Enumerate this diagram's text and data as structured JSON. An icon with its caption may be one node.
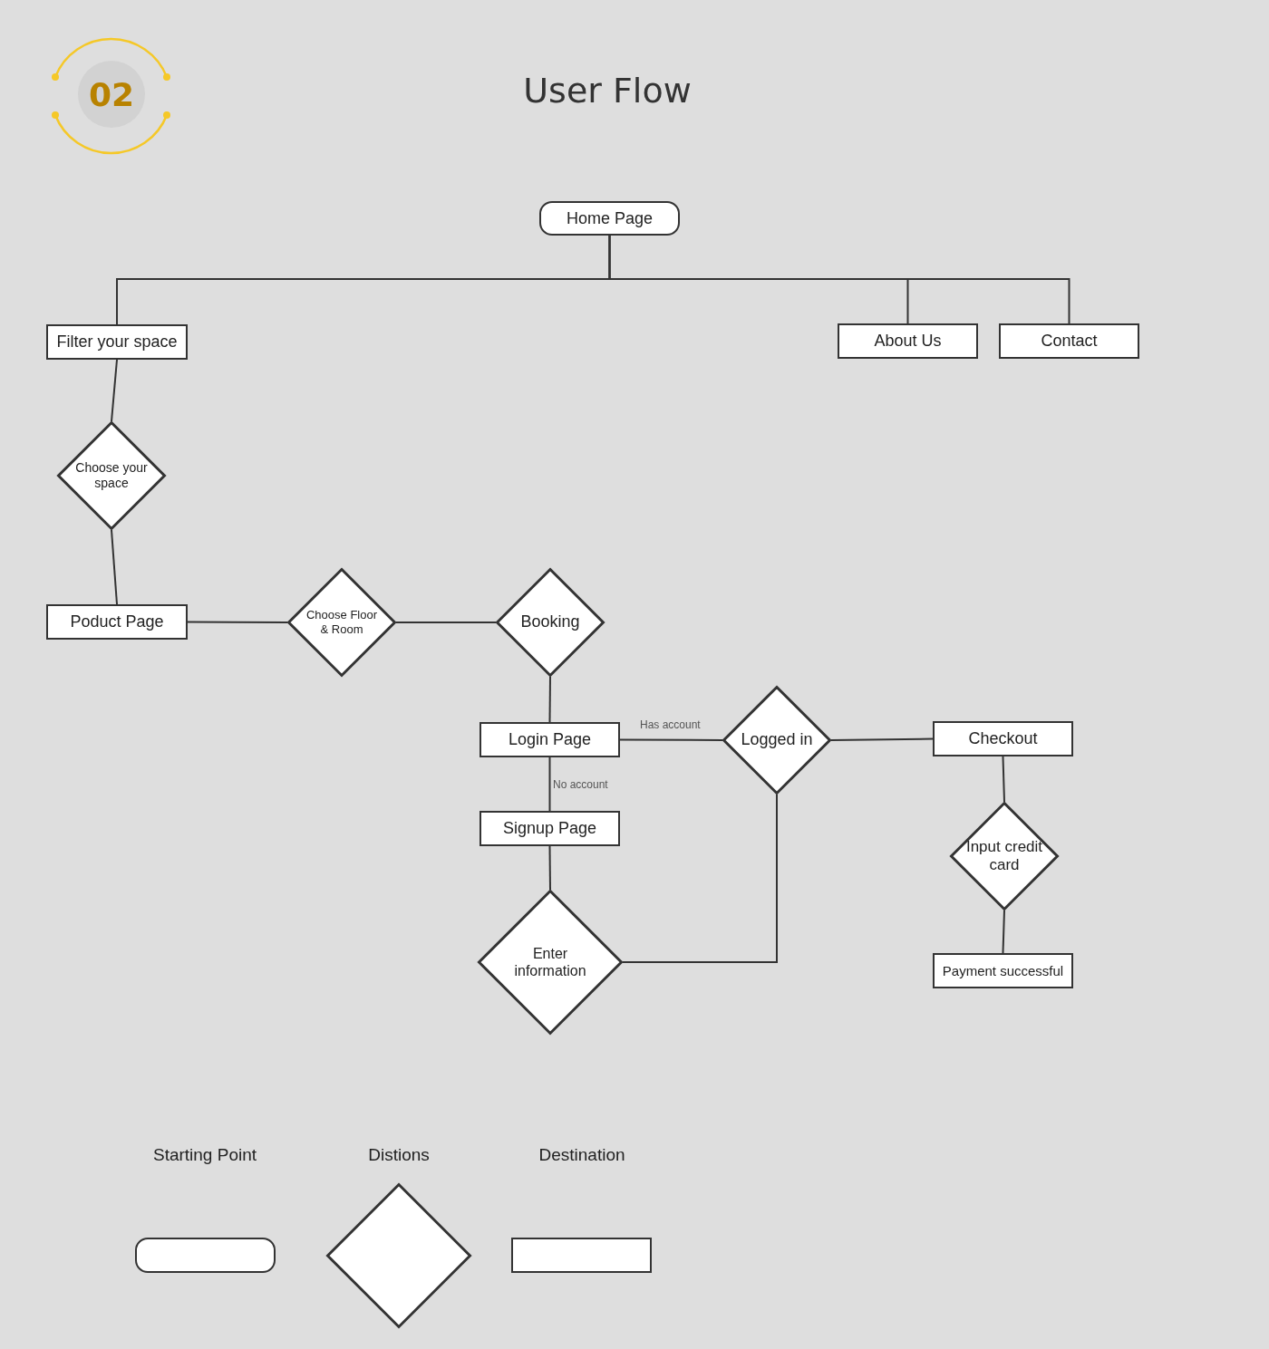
{
  "diagram": {
    "title": "User Flow",
    "nodes": [
      {
        "text": [
          "Home Page"
        ]
      },
      {
        "text": [
          "Filter your space"
        ]
      },
      {
        "text": [
          "About Us"
        ]
      },
      {
        "text": [
          "Contact"
        ]
      },
      {
        "text": [
          "Choose your space"
        ]
      },
      {
        "text": [
          "Poduct Page"
        ]
      },
      {
        "text": [
          "Choose Floor & Room"
        ]
      },
      {
        "text": [
          "Booking"
        ]
      },
      {
        "text": [
          "Login Page"
        ]
      },
      {
        "text": [
          "Logged in"
        ]
      },
      {
        "text": [
          "Checkout"
        ]
      },
      {
        "text": [
          "Signup Page"
        ]
      },
      {
        "text": [
          "Input credit card"
        ]
      },
      {
        "text": [
          "Enter information"
        ]
      },
      {
        "text": [
          "Payment successful"
        ]
      },
      {
        "text": [],
        "shape": "box"
      },
      {
        "text": [],
        "shape": "diamond"
      },
      {
        "text": [],
        "shape": "box"
      }
    ],
    "edges": [
      {
        "from": 0,
        "to": 1,
        "arrow": "none"
      },
      {
        "from": 0,
        "to": 2,
        "arrow": "none"
      },
      {
        "from": 0,
        "to": 3,
        "arrow": "none"
      },
      {
        "from": 1,
        "to": 4,
        "arrow": "none"
      },
      {
        "from": 4,
        "to": 5,
        "arrow": "none"
      },
      {
        "from": 5,
        "to": 6,
        "arrow": "none"
      },
      {
        "from": 6,
        "to": 7,
        "arrow": "none"
      },
      {
        "from": 7,
        "to": 8,
        "arrow": "none"
      },
      {
        "from": 8,
        "to": 9,
        "arrow": "none",
        "label": "Has account"
      },
      {
        "from": 8,
        "to": 11,
        "arrow": "none",
        "label": "No account"
      },
      {
        "from": 11,
        "to": 13,
        "arrow": "none"
      },
      {
        "from": 13,
        "to": 9,
        "arrow": "none"
      },
      {
        "from": 9,
        "to": 10,
        "arrow": "none"
      },
      {
        "from": 10,
        "to": 12,
        "arrow": "none"
      },
      {
        "from": 12,
        "to": 14,
        "arrow": "none"
      }
    ],
    "labels": [
      "02"
    ],
    "legend": [
      {
        "text": "Starting Point"
      },
      {
        "text": "Distions"
      },
      {
        "text": "Destination"
      }
    ]
  }
}
